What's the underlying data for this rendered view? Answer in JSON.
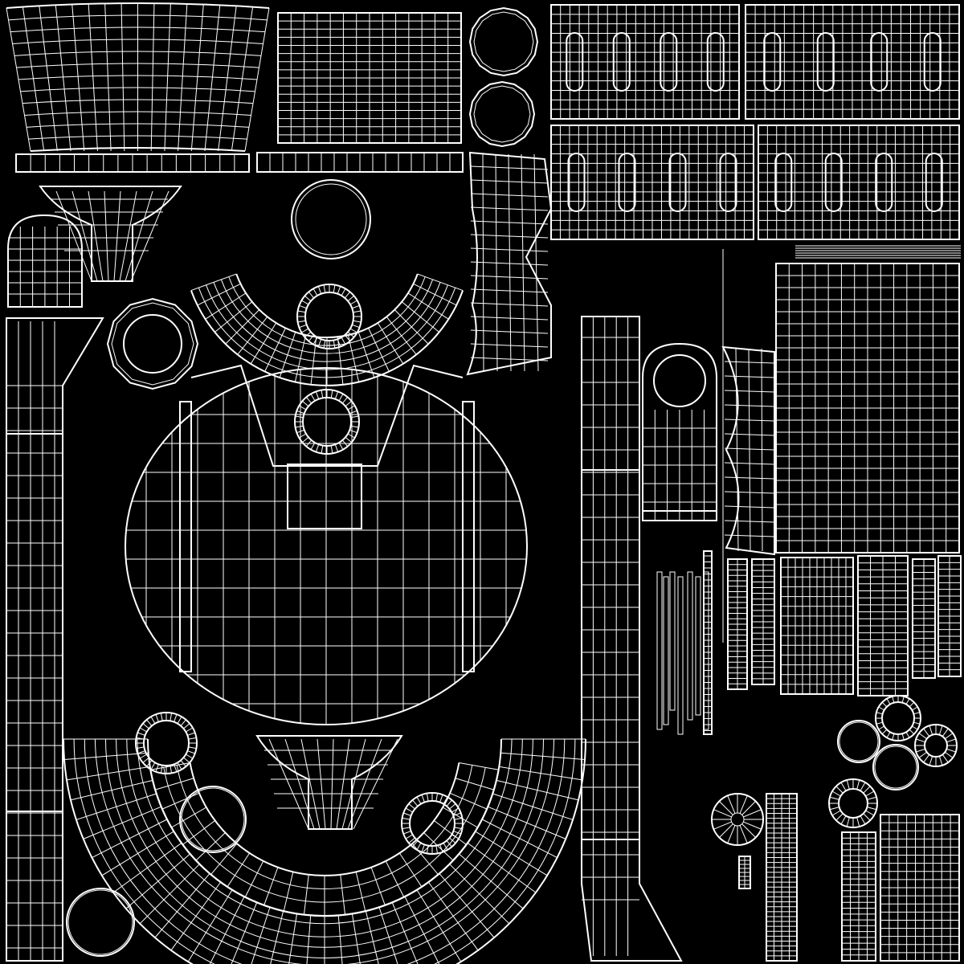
{
  "canvas": {
    "background": "#000000",
    "wire_color": "#ffffff"
  },
  "islands": [
    {
      "name": "fan-wedge",
      "kind": "grid"
    },
    {
      "name": "square-grid",
      "kind": "grid"
    },
    {
      "name": "thin-strip",
      "kind": "strip"
    },
    {
      "name": "ring",
      "kind": "ring"
    },
    {
      "name": "slotted-panel",
      "kind": "grid"
    },
    {
      "name": "stretched-sheet",
      "kind": "grid"
    },
    {
      "name": "body-disc",
      "kind": "disc"
    },
    {
      "name": "outer-arc",
      "kind": "arc"
    },
    {
      "name": "neck-strip",
      "kind": "strip"
    },
    {
      "name": "small-disc",
      "kind": "disc"
    }
  ]
}
